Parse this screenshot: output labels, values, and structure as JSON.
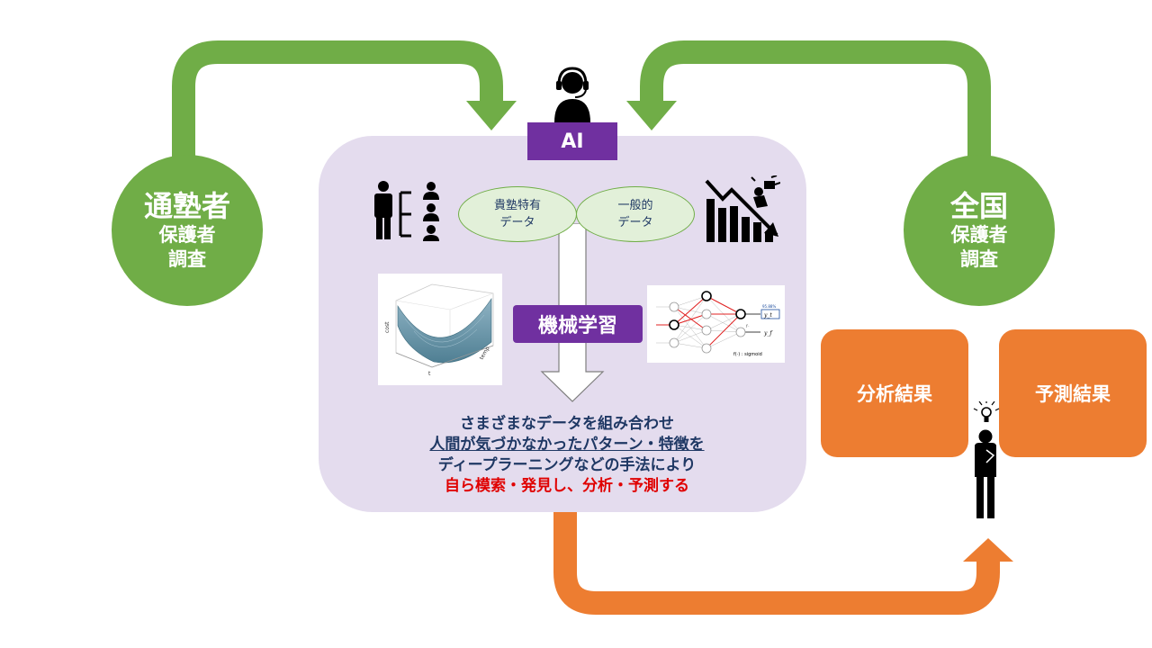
{
  "ai_label": "AI",
  "left_circle": {
    "title": "通塾者",
    "line1": "保護者",
    "line2": "調査"
  },
  "right_circle": {
    "title": "全国",
    "line1": "保護者",
    "line2": "調査"
  },
  "data_ellipses": {
    "left": {
      "line1": "貴塾特有",
      "line2": "データ"
    },
    "right": {
      "line1": "一般的",
      "line2": "データ"
    }
  },
  "ml_label": "機械学習",
  "surface_plot": {
    "zlabel": "cost",
    "xlabel": "t",
    "ylabel": "temp"
  },
  "neural_net": {
    "output_pct": "95.88%",
    "out1": "y_t",
    "out2": "y_f",
    "f_sub": "f₋",
    "activation": "f(·) : sigmoid"
  },
  "description": {
    "line1": "さまざまなデータを組み合わせ",
    "line2": "人間が気づかなかったパターン・特徴を",
    "line3": "ディープラーニングなどの手法により",
    "line4": "自ら模索・発見し、分析・予測する"
  },
  "results": {
    "analysis": "分析結果",
    "prediction": "予測結果"
  },
  "colors": {
    "green": "#70ad47",
    "purple": "#7030a0",
    "orange": "#ed7d31",
    "panel": "#e4dcee",
    "red": "#e00000",
    "navy": "#1f3864"
  },
  "icons": [
    "headset-operator-icon",
    "org-chart-icon",
    "declining-chart-icon",
    "lightbulb-person-icon"
  ]
}
